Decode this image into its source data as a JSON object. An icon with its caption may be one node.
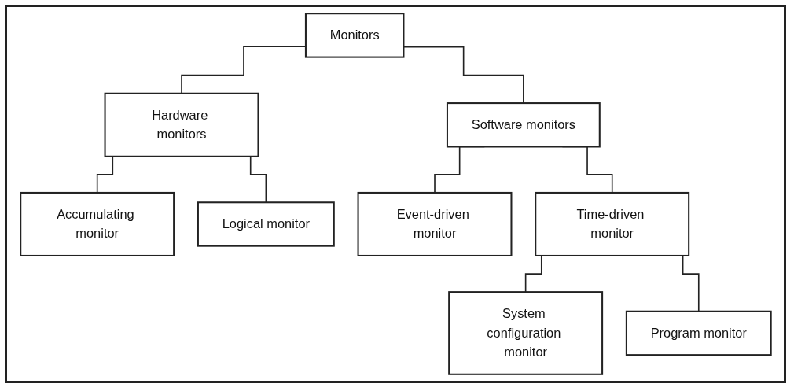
{
  "diagram": {
    "nodes": [
      {
        "text": [
          "Monitors"
        ]
      },
      {
        "text": [
          "Hardware monitors"
        ]
      },
      {
        "text": [
          "Software monitors"
        ]
      },
      {
        "text": [
          "Accumulating monitor"
        ]
      },
      {
        "text": [
          "Logical monitor"
        ]
      },
      {
        "text": [
          "Event-driven monitor"
        ]
      },
      {
        "text": [
          "Time-driven monitor"
        ]
      },
      {
        "text": [
          "System configuration monitor"
        ]
      },
      {
        "text": [
          "Program monitor"
        ]
      }
    ],
    "edges": [
      {
        "from": 0,
        "to": 1,
        "arrow": "none"
      },
      {
        "from": 0,
        "to": 2,
        "arrow": "none"
      },
      {
        "from": 1,
        "to": 3,
        "arrow": "none"
      },
      {
        "from": 1,
        "to": 4,
        "arrow": "none"
      },
      {
        "from": 2,
        "to": 5,
        "arrow": "none"
      },
      {
        "from": 2,
        "to": 6,
        "arrow": "none"
      },
      {
        "from": 6,
        "to": 7,
        "arrow": "none"
      },
      {
        "from": 6,
        "to": 8,
        "arrow": "none"
      }
    ]
  }
}
